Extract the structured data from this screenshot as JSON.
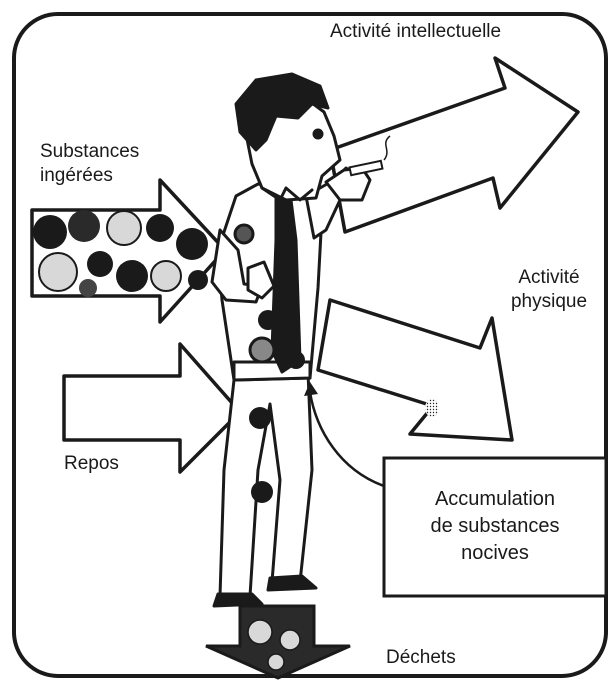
{
  "labels": {
    "intellectual_activity": "Activité intellectuelle",
    "ingested_substances": [
      "Substances",
      "ingérées"
    ],
    "physical_activity": [
      "Activité",
      "physique"
    ],
    "rest": "Repos",
    "accumulation": [
      "Accumulation",
      "de substances",
      "nocives"
    ],
    "waste": "Déchets"
  },
  "colors": {
    "ink": "#1a1a1a",
    "paper": "#ffffff",
    "sphere_light": "#d8d8d8"
  },
  "icons": [
    "man-figure-icon",
    "cigarette-icon",
    "molecule-spheres-icon"
  ]
}
